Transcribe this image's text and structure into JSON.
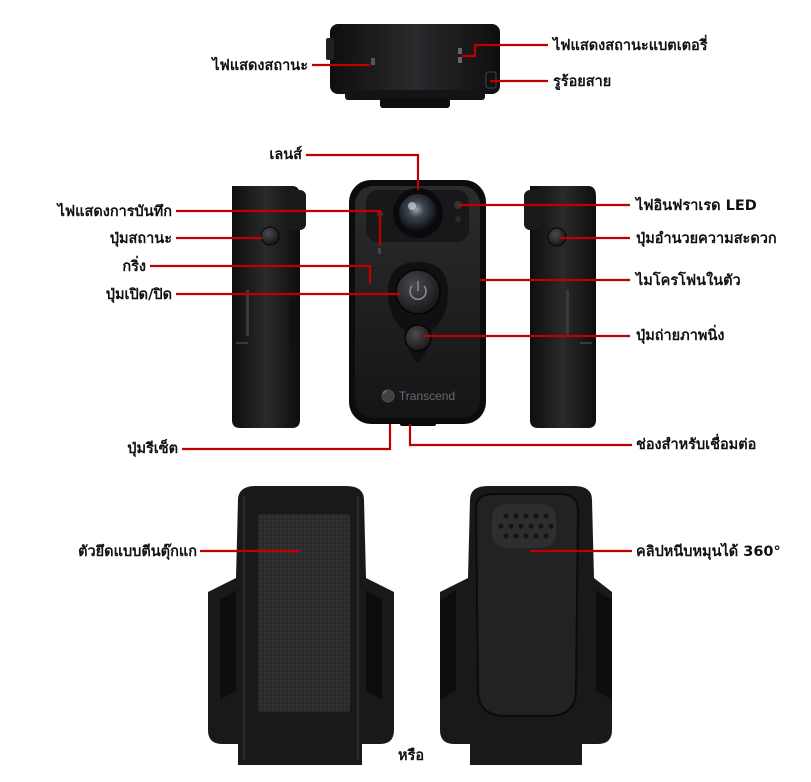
{
  "labels": {
    "status_light_top": "ไฟแสดงสถานะ",
    "battery_status_light": "ไฟแสดงสถานะแบตเตอรี่",
    "strap_hole": "รูร้อยสาย",
    "lens": "เลนส์",
    "recording_light": "ไฟแสดงการบันทึก",
    "status_button": "ปุ่มสถานะ",
    "beep": "กริ่ง",
    "power_button": "ปุ่มเปิด/ปิด",
    "infrared_led": "ไฟอินฟราเรด  LED",
    "stealth_button": "ปุ่มอำนวยความสะดวก",
    "built_in_mic": "ไมโครโฟนในตัว",
    "snapshot_button": "ปุ่มถ่ายภาพนิ่ง",
    "reset_button": "ปุ่มรีเซ็ต",
    "connector_port": "ช่องสำหรับเชื่อมต่อ",
    "magnet_mount": "ตัวยึดแบบตีนตุ๊กแก",
    "rotating_clip": "คลิปหนีบหมุนได้ 360°",
    "or": "หรือ"
  },
  "brand": "Transcend",
  "colors": {
    "callout": "#c00000",
    "body": "#1d1d1f",
    "body_edge": "#3a3a3c",
    "velcro": "#2a2a2a"
  }
}
